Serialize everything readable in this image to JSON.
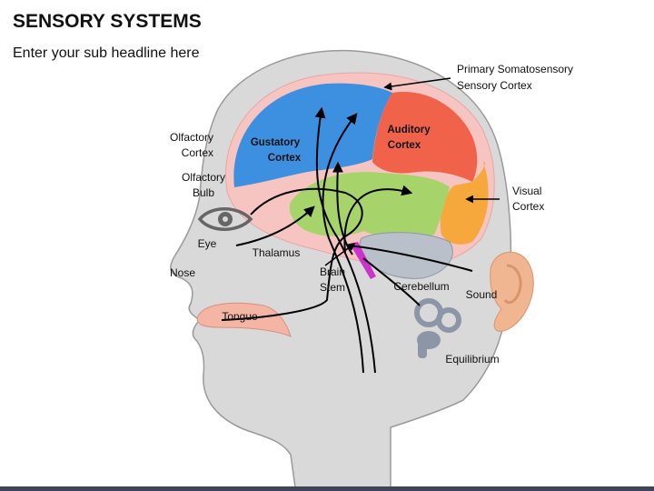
{
  "slide": {
    "title": "SENSORY SYSTEMS",
    "subtitle": "Enter your sub headline here"
  },
  "labels": {
    "primary_line1": "Primary Somatosensory",
    "primary_line2": "Sensory Cortex",
    "olfactory_cortex_line1": "Olfactory",
    "olfactory_cortex_line2": "Cortex",
    "gustatory_line1": "Gustatory",
    "gustatory_line2": "Cortex",
    "auditory_line1": "Auditory",
    "auditory_line2": "Cortex",
    "olfactory_bulb_line1": "Olfactory",
    "olfactory_bulb_line2": "Bulb",
    "visual_line1": "Visual",
    "visual_line2": "Cortex",
    "eye": "Eye",
    "thalamus": "Thalamus",
    "nose": "Nose",
    "brain_stem_line1": "Brain",
    "brain_stem_line2": "Stem",
    "cerebellum": "Cerebellum",
    "sound": "Sound",
    "tongue": "Tongue",
    "equilibrium": "Equilibrium"
  },
  "colors": {
    "head": "#d9d9d9",
    "head_outline": "#9a9a9a",
    "gustatory_cortex": "#3d8fe0",
    "auditory_cortex": "#f0624a",
    "visual_cortex": "#f7a83c",
    "middle_brain": "#a7d36b",
    "brain_outline": "#f6c4c1",
    "brain_stem": "#cc33cc",
    "cerebellum": "#b9c0ca",
    "ear": "#f0b691",
    "tongue": "#f4b5a5",
    "inner_ear": "#8d96a6",
    "nerve": "#000000",
    "bottom_bar": "#3c4658"
  }
}
